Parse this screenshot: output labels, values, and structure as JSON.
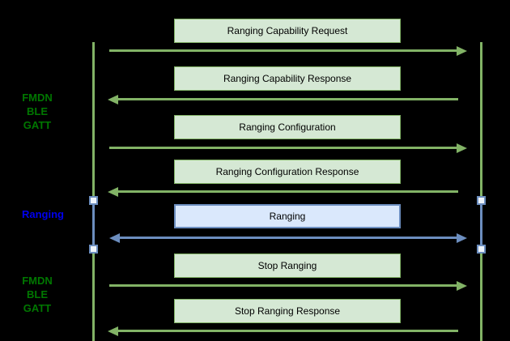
{
  "diagram": {
    "type": "sequence-diagram",
    "side_labels": [
      {
        "id": "fmdn-ble-gatt-top",
        "style": "green",
        "lines": [
          "FMDN",
          "BLE",
          "GATT"
        ]
      },
      {
        "id": "ranging",
        "style": "blue",
        "lines": [
          "Ranging"
        ]
      },
      {
        "id": "fmdn-ble-gatt-bottom",
        "style": "green",
        "lines": [
          "FMDN",
          "BLE",
          "GATT"
        ]
      }
    ],
    "messages": [
      {
        "label": "Ranging Capability Request",
        "direction": "right",
        "style": "green"
      },
      {
        "label": "Ranging Capability Response",
        "direction": "left",
        "style": "green"
      },
      {
        "label": "Ranging Configuration",
        "direction": "right",
        "style": "green"
      },
      {
        "label": "Ranging Configuration Response",
        "direction": "left",
        "style": "green"
      },
      {
        "label": "Ranging",
        "direction": "both",
        "style": "blue"
      },
      {
        "label": "Stop Ranging",
        "direction": "right",
        "style": "green"
      },
      {
        "label": "Stop Ranging Response",
        "direction": "left",
        "style": "green"
      }
    ],
    "colors": {
      "background": "#000000",
      "green_fill": "#d5e8d4",
      "green_stroke": "#82b366",
      "blue_fill": "#dae8fc",
      "blue_stroke": "#6c8ebf",
      "endpoint_fill": "#eef4fb",
      "label_green": "#007700",
      "label_blue": "#0000ee",
      "box_text": "#000000"
    }
  }
}
